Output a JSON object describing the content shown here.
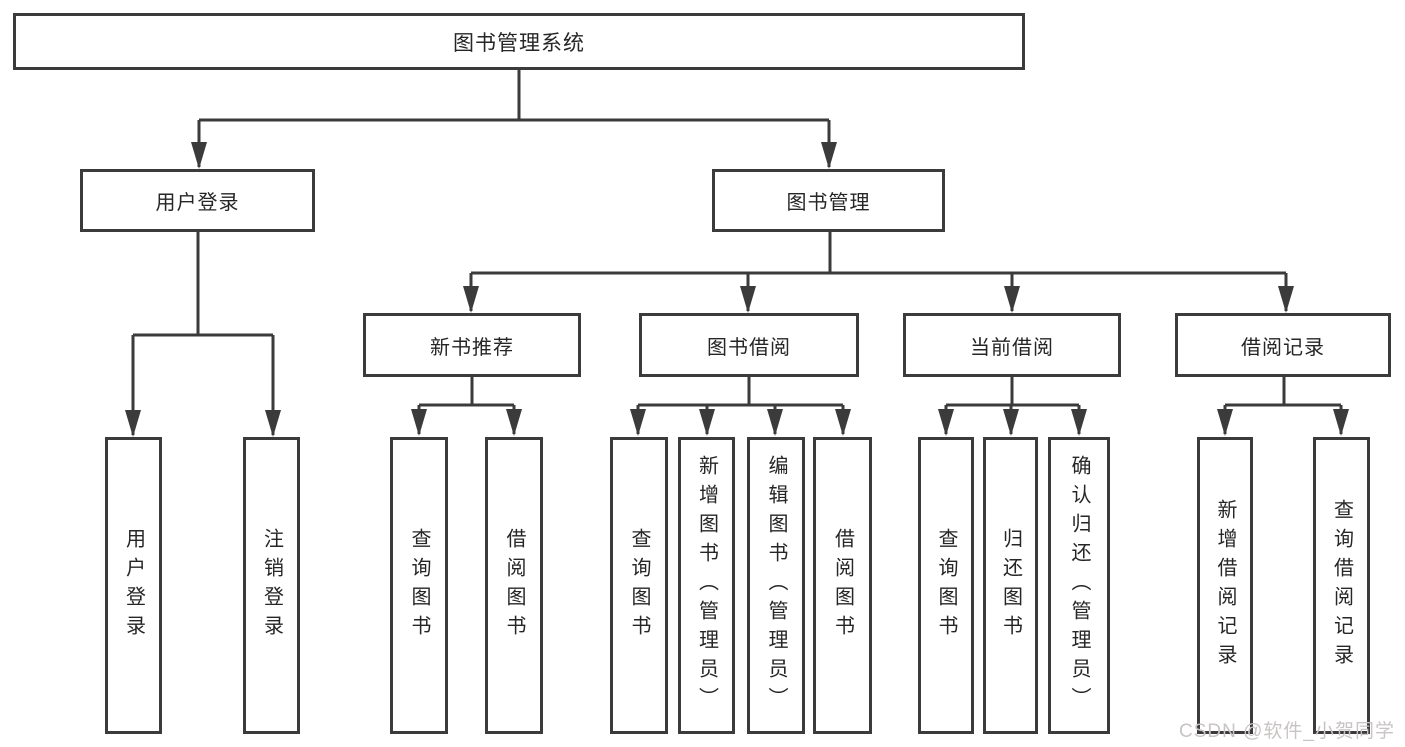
{
  "diagram": {
    "type": "hierarchy",
    "root": {
      "label": "图书管理系统",
      "children": [
        {
          "label": "用户登录",
          "children": [
            {
              "label": "用户登录"
            },
            {
              "label": "注销登录"
            }
          ]
        },
        {
          "label": "图书管理",
          "children": [
            {
              "label": "新书推荐",
              "children": [
                {
                  "label": "查询图书"
                },
                {
                  "label": "借阅图书"
                }
              ]
            },
            {
              "label": "图书借阅",
              "children": [
                {
                  "label": "查询图书"
                },
                {
                  "label": "新增图书（管理员）"
                },
                {
                  "label": "编辑图书（管理员）"
                },
                {
                  "label": "借阅图书"
                }
              ]
            },
            {
              "label": "当前借阅",
              "children": [
                {
                  "label": "查询图书"
                },
                {
                  "label": "归还图书"
                },
                {
                  "label": "确认归还（管理员）"
                }
              ]
            },
            {
              "label": "借阅记录",
              "children": [
                {
                  "label": "新增借阅记录"
                },
                {
                  "label": "查询借阅记录"
                }
              ]
            }
          ]
        }
      ]
    }
  },
  "watermark": {
    "text": "CSDN @软件_小贺同学"
  },
  "colors": {
    "line": "#3b3b3b",
    "box_border": "#3b3b3b",
    "box_fill": "#ffffff",
    "text": "#262626",
    "watermark": "#c9c4c4",
    "background": "#ffffff"
  }
}
